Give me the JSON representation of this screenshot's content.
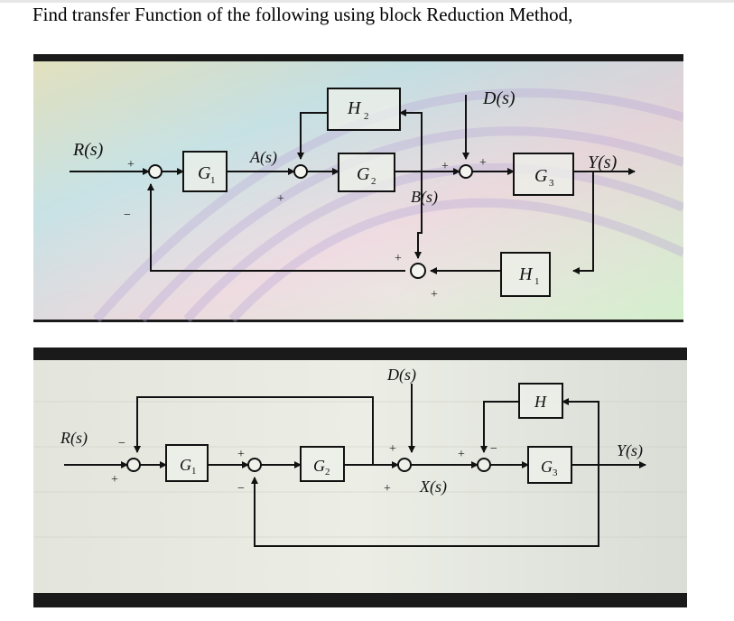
{
  "question": {
    "text": "Find transfer Function of the following using block Reduction Method,"
  },
  "diagram1": {
    "blocks": {
      "g1": {
        "name": "G",
        "sub": "1"
      },
      "g2": {
        "name": "G",
        "sub": "2"
      },
      "g3": {
        "name": "G",
        "sub": "3"
      },
      "h2": {
        "name": "H",
        "sub": "2"
      },
      "h1": {
        "name": "H",
        "sub": "1"
      }
    },
    "signals": {
      "input": "R(s)",
      "output": "Y(s)",
      "a": "A(s)",
      "b": "B(s)",
      "disturbance": "D(s)"
    },
    "signs": {
      "s1_top": "+",
      "s1_bottom": "−",
      "s2_bottom": "+",
      "s3_top": "+",
      "s4_top": "+",
      "s5_top": "+",
      "s5_bottom": "+"
    }
  },
  "diagram2": {
    "blocks": {
      "g1": {
        "name": "G",
        "sub": "1"
      },
      "g2": {
        "name": "G",
        "sub": "2"
      },
      "g3": {
        "name": "G",
        "sub": "3"
      },
      "h": {
        "name": "H",
        "sub": ""
      }
    },
    "signals": {
      "input": "R(s)",
      "output": "Y(s)",
      "x": "X(s)",
      "disturbance": "D(s)"
    },
    "signs": {
      "s1_top": "−",
      "s1_bottom": "+",
      "s2_top": "+",
      "s2_bottom": "−",
      "s3_top": "+",
      "s3_bottom": "+",
      "s4_top_left": "+",
      "s4_top_right": "−"
    }
  }
}
